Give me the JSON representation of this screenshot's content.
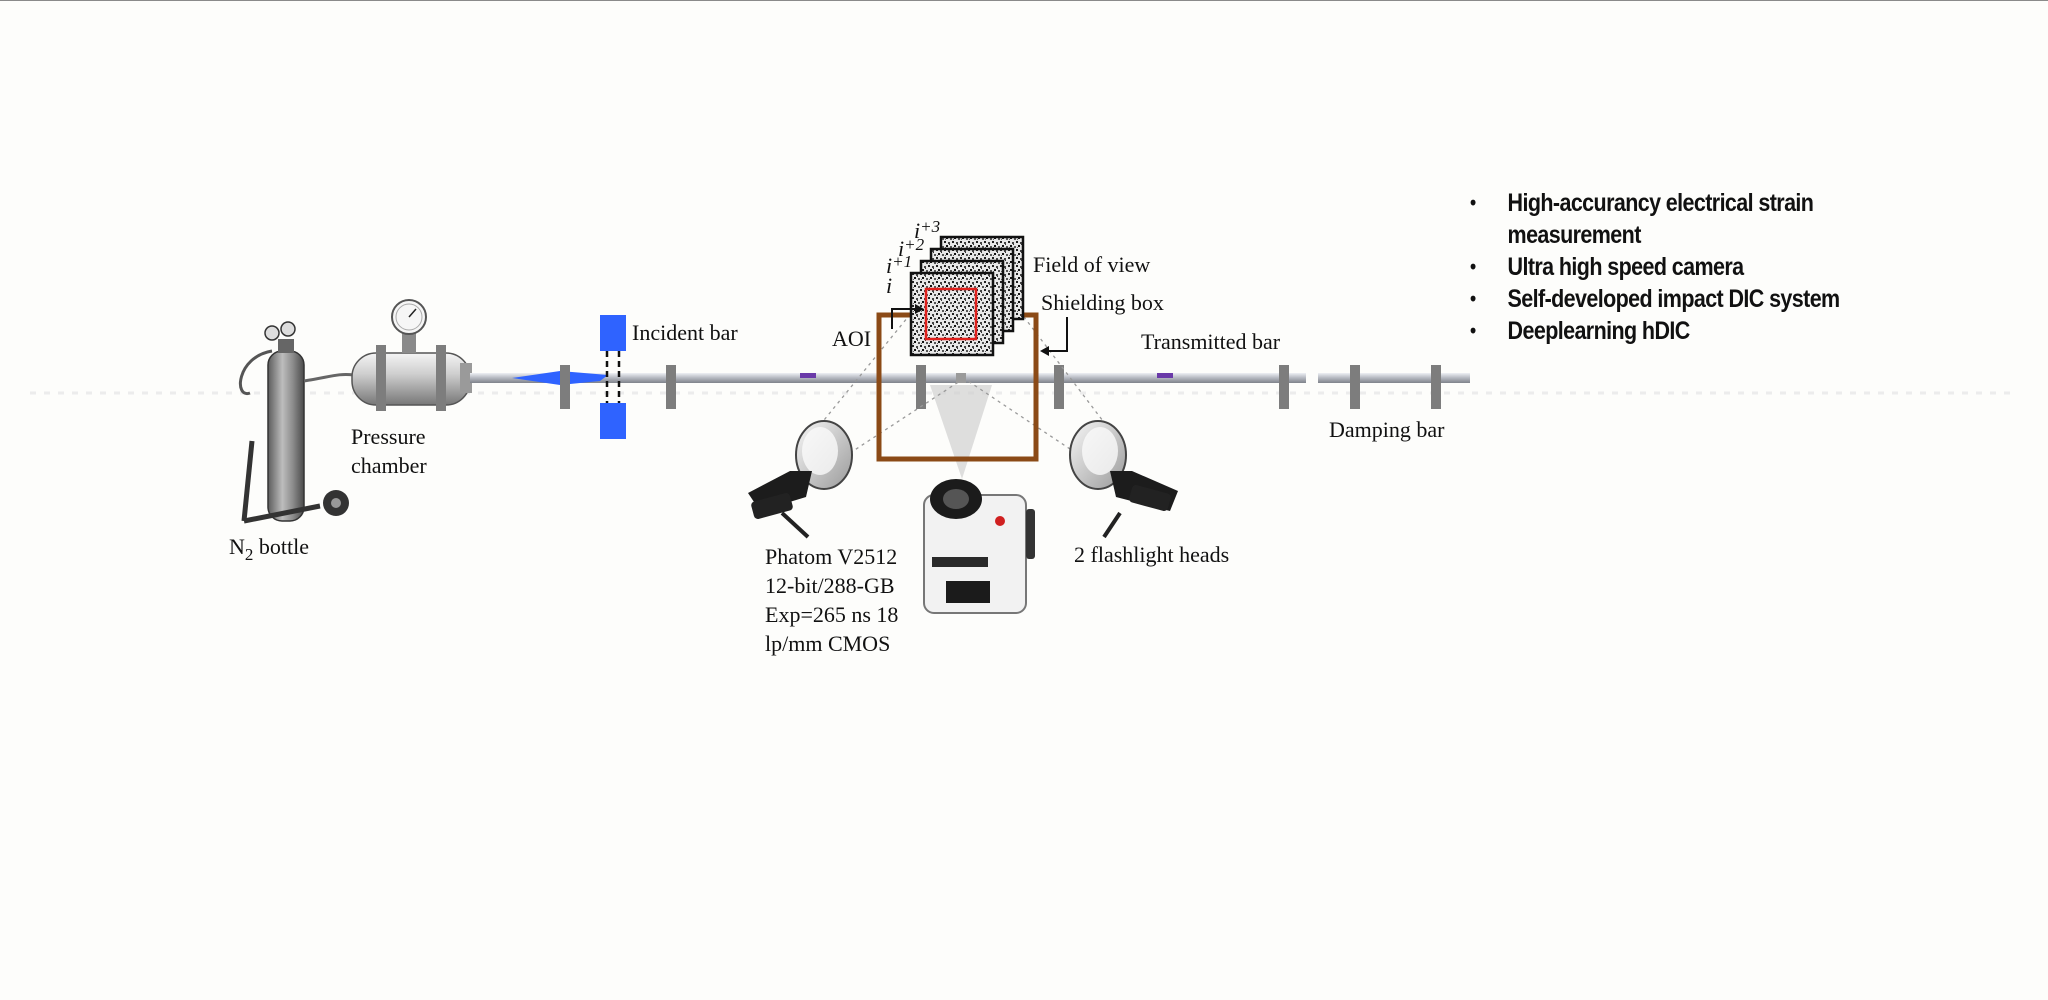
{
  "diagram": {
    "labels": {
      "n2_main": "N",
      "n2_sub": "2",
      "n2_rest": " bottle",
      "pressure_1": "Pressure",
      "pressure_2": "chamber",
      "incident_bar": "Incident bar",
      "aoi": "AOI",
      "field_of_view": "Field of view",
      "shielding_box": "Shielding box",
      "transmitted_bar": "Transmitted bar",
      "damping_bar": "Damping bar",
      "flashlight": "2 flashlight heads",
      "camera_line1": "Phatom V2512",
      "camera_line2": "12-bit/288-GB",
      "camera_line3": "Exp=265 ns 18",
      "camera_line4": "lp/mm CMOS",
      "frame_i": "i",
      "frame_i1_base": "i",
      "frame_i1_sup": "+1",
      "frame_i2_base": "i",
      "frame_i2_sup": "+2",
      "frame_i3_base": "i",
      "frame_i3_sup": "+3"
    },
    "colors": {
      "bar": "#b9bcc4",
      "support": "#7d7d7d",
      "striker": "#2f63ff",
      "gauge": "#6a3aa8",
      "shielding_box": "#8b4a16",
      "aoi_box": "#e0201c"
    }
  },
  "features": [
    {
      "line1": "High-accurancy electrical strain",
      "line2": "measurement"
    },
    {
      "line1": "Ultra high speed camera",
      "line2": ""
    },
    {
      "line1": "Self-developed impact DIC system",
      "line2": ""
    },
    {
      "line1": "Deeplearning hDIC",
      "line2": ""
    }
  ]
}
